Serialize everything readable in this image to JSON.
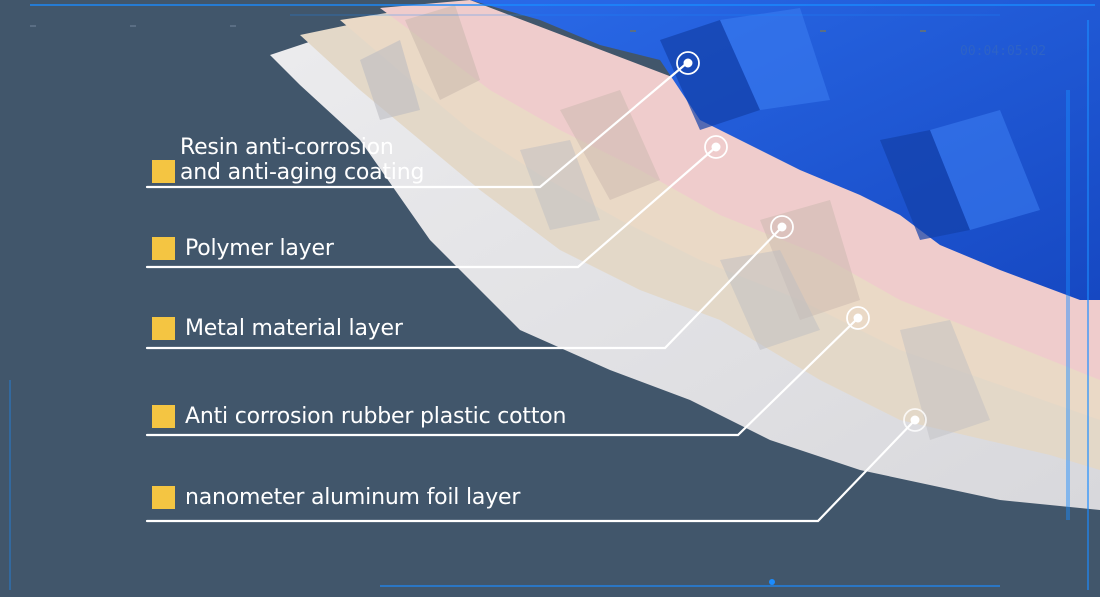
{
  "timecode": "00:04:05:02",
  "hud": {
    "frame_color": "#1a8cff",
    "roof_blue": "#1a56d6"
  },
  "colors": {
    "bullet": "#f4c542",
    "background": "#41566b",
    "leader_line": "#ffffff"
  },
  "layers": [
    {
      "label_lines": [
        "Resin anti-corrosion",
        "and anti-aging coating"
      ],
      "color": "#1a56d6"
    },
    {
      "label": "Polymer layer",
      "color": "#f0d3d3"
    },
    {
      "label": "Metal material layer",
      "color": "#e6dccb"
    },
    {
      "label": "Anti corrosion rubber plastic cotton",
      "color": "#d9d0c8"
    },
    {
      "label": "nanometer aluminum foil layer",
      "color": "#e8e8ea"
    }
  ]
}
